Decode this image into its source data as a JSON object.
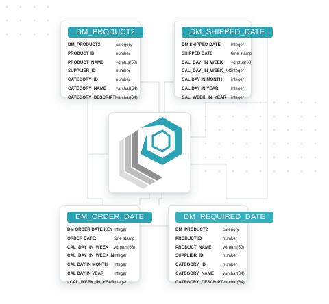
{
  "colors": {
    "header_teal": "#2aa3b5",
    "header_teal_alt": "#37b0bd",
    "logo_teal": "#2aa3b5",
    "logo_gray_dark": "#8f8f8f",
    "logo_gray_mid": "#bdbdbd",
    "logo_gray_light": "#dcdcdc"
  },
  "logo": {
    "icon": "data-model-logo-icon"
  },
  "tables": {
    "product": {
      "title": "DM_PRODUCT2",
      "rows": [
        {
          "name": "DM_PRODUCT2",
          "type": "category"
        },
        {
          "name": "PRODUCT ID",
          "type": "number"
        },
        {
          "name": "PRODUCT_NAME",
          "type": "vdrptus(50)"
        },
        {
          "name": "SUPPLIER_ID",
          "type": "number"
        },
        {
          "name": "CATEGORY_ID",
          "type": "number"
        },
        {
          "name": "CATEGORY_NAME",
          "type": "varchar(64)"
        },
        {
          "name": "CATEGORY_DESCRIPTIO",
          "type": "varchar(64)"
        }
      ]
    },
    "shipped": {
      "title": "DM_SHIPPED_DATE",
      "rows": [
        {
          "name": "DM SHIPPED DATE",
          "type": "integer"
        },
        {
          "name": "SHIPPED DATE",
          "type": "time stamp"
        },
        {
          "name": "CAL_DAY_IN_WEEK",
          "type": "vdrptus(63)"
        },
        {
          "name": "CAL_DAY_IN_WEEK_NO",
          "type": "integer"
        },
        {
          "name": "CAL DAY IN MONTH",
          "type": "integer"
        },
        {
          "name": "CAL DAY IN YEAR",
          "type": "integer"
        },
        {
          "name": "CAL_WEEK_IN_YEAR",
          "type": "integer"
        }
      ]
    },
    "order": {
      "title": "DM_ORDER_DATE",
      "rows": [
        {
          "name": "DM ORDER DATE KEY",
          "type": "integer"
        },
        {
          "name": "ORDER DATE:",
          "type": "time stamp"
        },
        {
          "name": "CAL_DAY_IN_WEEK",
          "type": "vdrptus(63)"
        },
        {
          "name": "CAL_DAY_IN_WEEK_NO",
          "type": "integer"
        },
        {
          "name": "CAL DAY IN MONTH",
          "type": "integer"
        },
        {
          "name": "CAL DAY IN YEAR",
          "type": "integer"
        },
        {
          "name": "- CAL_WEEK_IN_YEAR",
          "type": "integer"
        }
      ]
    },
    "required": {
      "title": "DM_REQUIRED_DATE",
      "rows": [
        {
          "name": "DM_PRODUCT2",
          "type": "category"
        },
        {
          "name": "PRODUCT ID",
          "type": "number"
        },
        {
          "name": "PRODUCT_NAME",
          "type": "vdrptus(50)"
        },
        {
          "name": "SUPPLIER_ID",
          "type": "number"
        },
        {
          "name": "CATEGORY_ID",
          "type": "number"
        },
        {
          "name": "CATEGORY_NAME",
          "type": "varchar(64)"
        },
        {
          "name": "CATEGORY_DESCRIPTIO",
          "type": "varchar(64)"
        }
      ]
    }
  }
}
